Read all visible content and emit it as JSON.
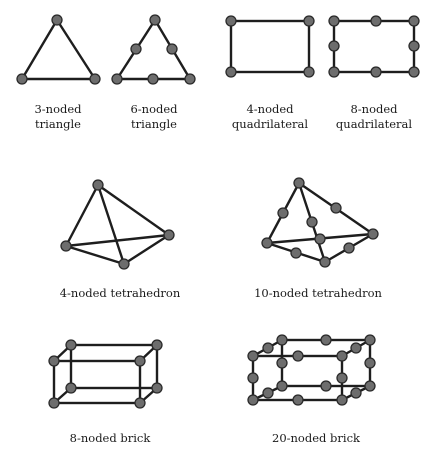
{
  "figure": {
    "elements": [
      {
        "id": "tri3",
        "label_lines": [
          "3-noded",
          "triangle"
        ]
      },
      {
        "id": "tri6",
        "label_lines": [
          "6-noded",
          "triangle"
        ]
      },
      {
        "id": "quad4",
        "label_lines": [
          "4-noded",
          "quadrilateral"
        ]
      },
      {
        "id": "quad8",
        "label_lines": [
          "8-noded",
          "quadrilateral"
        ]
      },
      {
        "id": "tet4",
        "label_lines": [
          "4-noded tetrahedron"
        ]
      },
      {
        "id": "tet10",
        "label_lines": [
          "10-noded tetrahedron"
        ]
      },
      {
        "id": "brick8",
        "label_lines": [
          "8-noded brick"
        ]
      },
      {
        "id": "brick20",
        "label_lines": [
          "20-noded brick"
        ]
      }
    ]
  }
}
